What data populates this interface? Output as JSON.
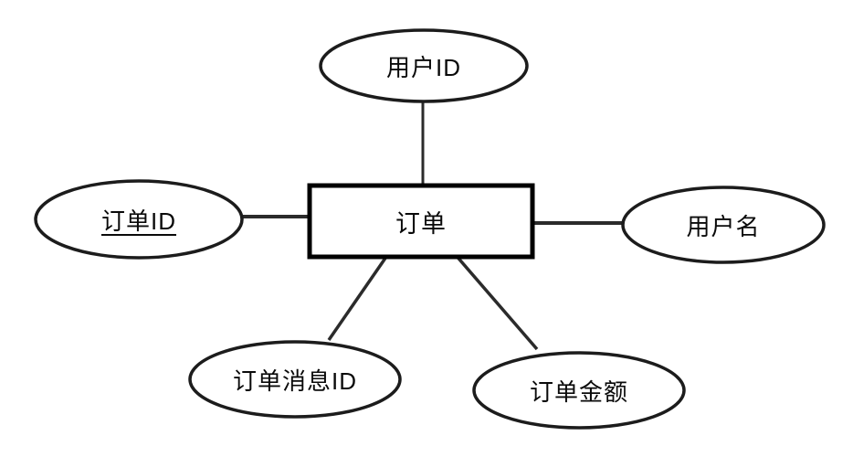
{
  "diagram": {
    "kind": "entity-relationship",
    "entity": {
      "label": "订单"
    },
    "attributes": [
      {
        "label": "用户ID",
        "position": "top",
        "primary_key": false
      },
      {
        "label": "订单ID",
        "position": "left",
        "primary_key": true
      },
      {
        "label": "用户名",
        "position": "right",
        "primary_key": false
      },
      {
        "label": "订单消息ID",
        "position": "bottom-left",
        "primary_key": false
      },
      {
        "label": "订单金额",
        "position": "bottom-right",
        "primary_key": false
      }
    ],
    "colors": {
      "background": "#ffffff",
      "entity_border": "#000000",
      "ellipse_border": "#1c1c1c",
      "connector": "#2b2b2b",
      "text": "#0a0a0a"
    }
  }
}
